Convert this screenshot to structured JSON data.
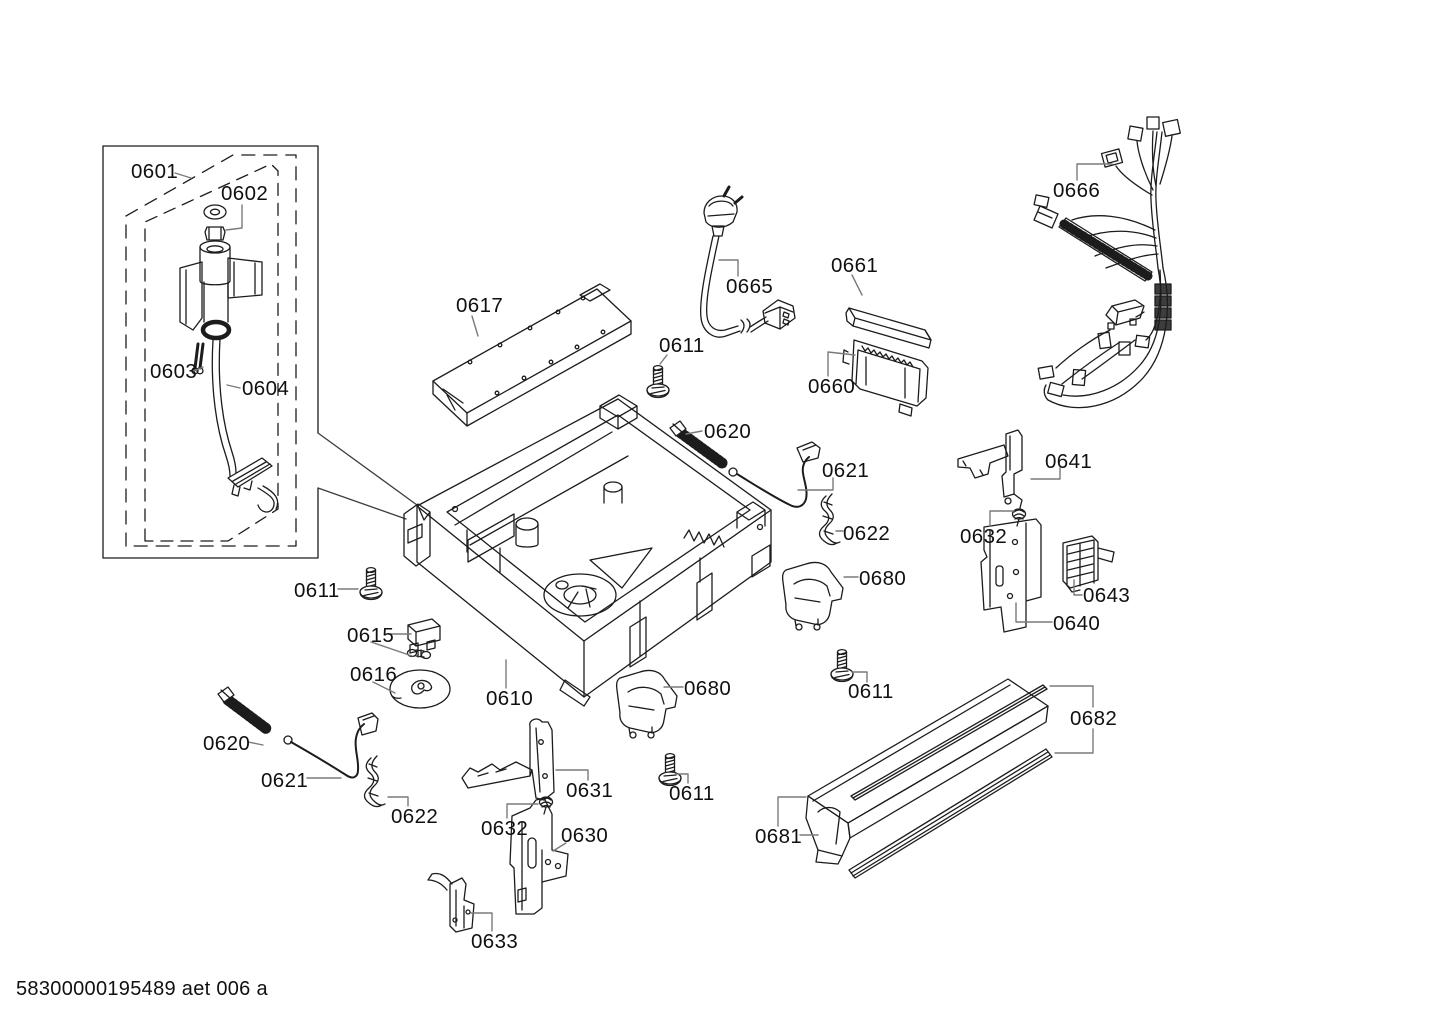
{
  "canvas": {
    "background": "#ffffff",
    "line_color": "#1c1c1c",
    "leader_color": "#7a7a7a",
    "text_color": "#101010"
  },
  "footer": {
    "text": "58300000195489 aet 006 a"
  },
  "labels": [
    {
      "part": "0601"
    },
    {
      "part": "0602"
    },
    {
      "part": "0603"
    },
    {
      "part": "0604"
    },
    {
      "part": "0617"
    },
    {
      "part": "0611"
    },
    {
      "part": "0665"
    },
    {
      "part": "0661"
    },
    {
      "part": "0660"
    },
    {
      "part": "0666"
    },
    {
      "part": "0620"
    },
    {
      "part": "0621"
    },
    {
      "part": "0622"
    },
    {
      "part": "0641"
    },
    {
      "part": "0632"
    },
    {
      "part": "0643"
    },
    {
      "part": "0640"
    },
    {
      "part": "0680"
    },
    {
      "part": "0611"
    },
    {
      "part": "0615"
    },
    {
      "part": "0616"
    },
    {
      "part": "0610"
    },
    {
      "part": "0680"
    },
    {
      "part": "0611"
    },
    {
      "part": "0611"
    },
    {
      "part": "0620"
    },
    {
      "part": "0621"
    },
    {
      "part": "0622"
    },
    {
      "part": "0631"
    },
    {
      "part": "0632"
    },
    {
      "part": "0630"
    },
    {
      "part": "0633"
    },
    {
      "part": "0682"
    },
    {
      "part": "0681"
    }
  ]
}
